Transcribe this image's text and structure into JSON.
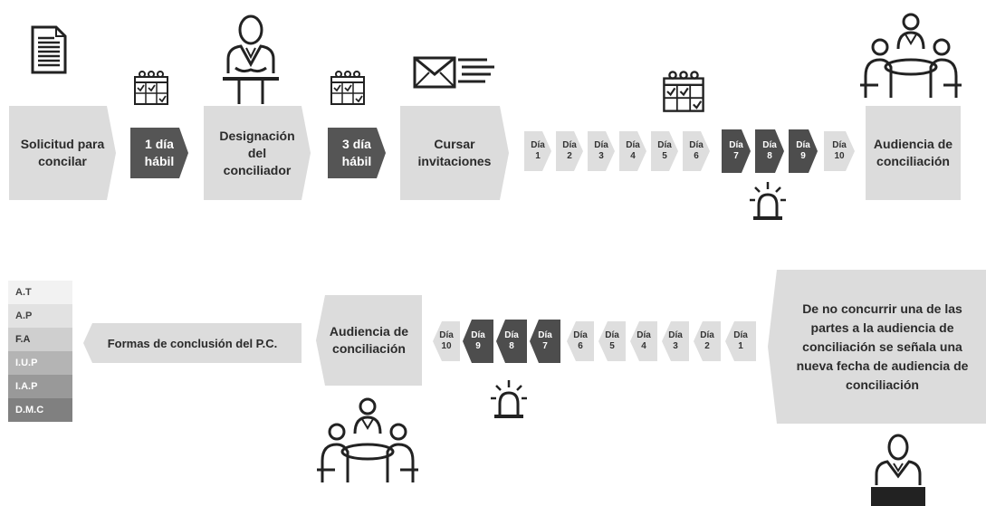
{
  "top_row": {
    "solicitud": "Solicitud para\nconcilar",
    "step1": "1 día\nhábil",
    "designacion": "Designación\ndel\nconciliador",
    "step3": "3 día\nhábil",
    "cursar": "Cursar\ninvitaciones",
    "days": [
      "Día\n1",
      "Día\n2",
      "Día\n3",
      "Día\n4",
      "Día\n5",
      "Día\n6",
      "Día\n7",
      "Día\n8",
      "Día\n9",
      "Día\n10"
    ],
    "audiencia": "Audiencia de\nconciliación"
  },
  "bottom_row": {
    "note": "De no concurrir una de las partes a la audiencia de conciliación se señala una nueva fecha de audiencia de conciliación",
    "days": [
      "Día\n1",
      "Día\n2",
      "Día\n3",
      "Día\n4",
      "Día\n5",
      "Día\n6",
      "Día\n7",
      "Día\n8",
      "Día\n9",
      "Día\n10"
    ],
    "audiencia": "Audiencia de\nconciliación",
    "formas": "Formas de conclusión del P.C."
  },
  "legend": [
    "A.T",
    "A.P",
    "F.A",
    "I.U.P",
    "I.A.P",
    "D.M.C"
  ],
  "colors": {
    "light": "#dcdcdc",
    "dark": "#4d4d4d",
    "icon": "#222222"
  }
}
